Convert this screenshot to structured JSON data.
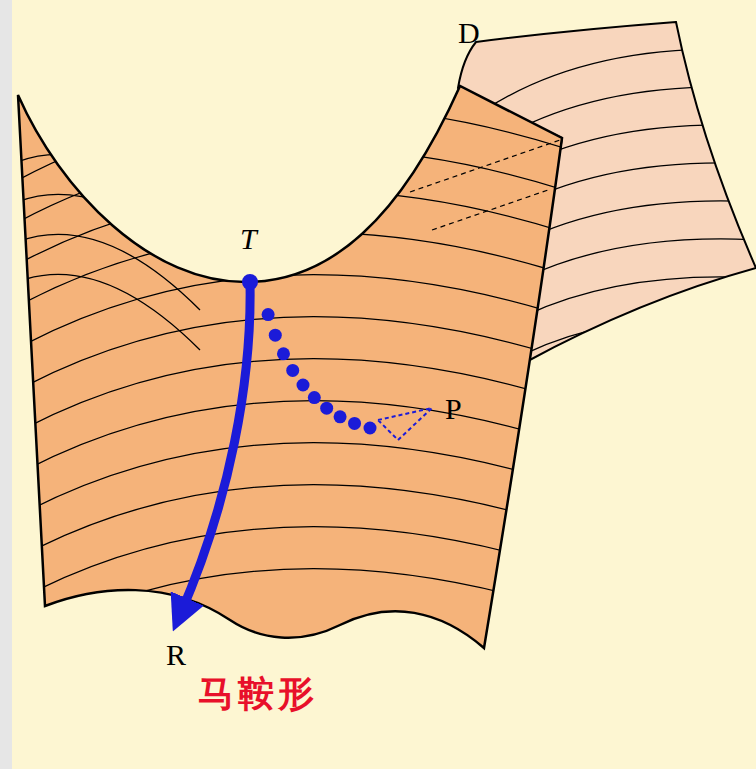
{
  "diagram": {
    "caption": "马鞍形",
    "labels": [
      "D",
      "T",
      "P",
      "R"
    ]
  }
}
